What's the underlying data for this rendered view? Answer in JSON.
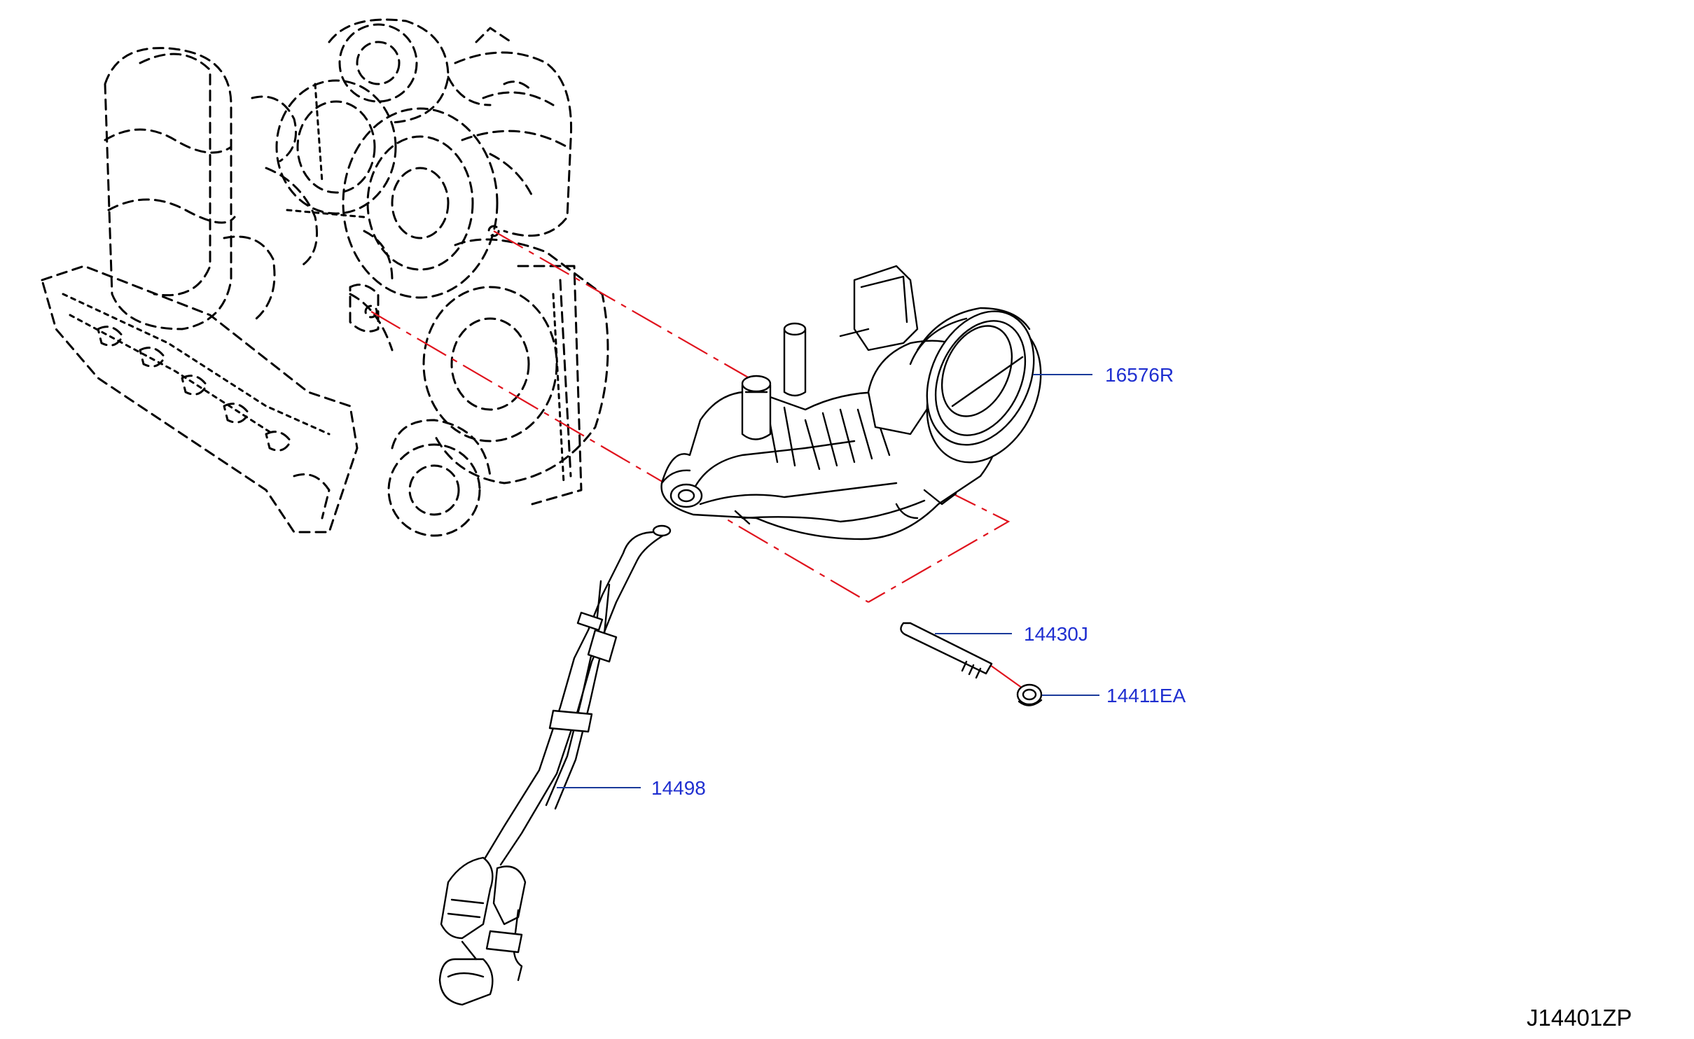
{
  "callouts": {
    "c16576R": "16576R",
    "c14430J": "14430J",
    "c14411EA": "14411EA",
    "c14498": "14498"
  },
  "diagram_id": "J14401ZP",
  "colors": {
    "callout_text": "#1f2fd0",
    "leader_line": "#1a3a9a",
    "centerline": "#e0141e",
    "linework": "#000000"
  }
}
